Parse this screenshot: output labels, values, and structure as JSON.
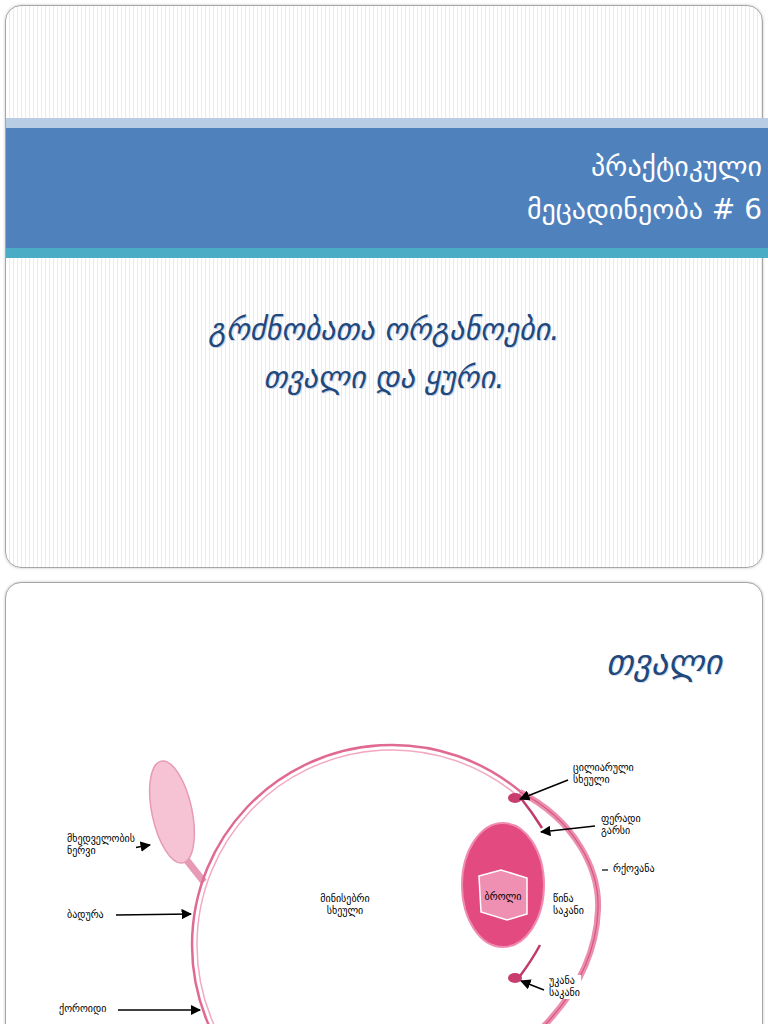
{
  "diagram": {
    "nodes": [
      {
        "text": [
          "გრძნობათა ორგანოები.",
          "თვალი და ყური."
        ]
      },
      {
        "text": [
          "პრაქტიკული მეცადინეობა # 6"
        ],
        "in": 0
      },
      {
        "text": [
          "თვალი"
        ]
      },
      {
        "text": [
          "ბროლი"
        ],
        "in": 2
      }
    ],
    "labels": [
      "ცილიარული სხეული",
      "ფერადი გარსი",
      "რქოვანა",
      "წინა საკანი",
      "უკანა საკანი",
      "მინისებრი სხეული",
      "მხედველობის ნერვი",
      "ბადურა",
      "ქოროიდი"
    ]
  }
}
